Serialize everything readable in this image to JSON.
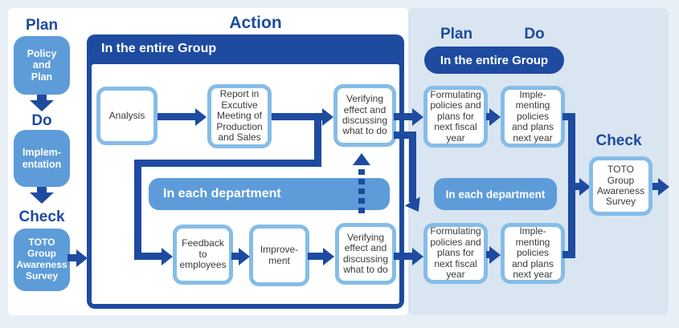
{
  "palette": {
    "dark_blue": "#1e4ba0",
    "medium_blue": "#5d9cd9",
    "box_border_blue": "#85bce8",
    "panel_blue": "#d9e5f1",
    "page_bg": "#e9eff7",
    "box_text": "#3a3a3a"
  },
  "left_column": {
    "plan_label": "Plan",
    "policy_box": "Policy\nand\nPlan",
    "do_label": "Do",
    "implementation_box": "Implem-\nentation",
    "check_label": "Check",
    "survey_box": "TOTO\nGroup\nAwareness\nSurvey"
  },
  "action": {
    "title": "Action",
    "group_bar": "In the entire Group",
    "dept_bar": "In each department",
    "analysis_box": "Analysis",
    "report_box": "Report in\nExcutive\nMeeting of\nProduction\nand Sales",
    "verify_top_box": "Verifying\neffect and\ndiscussing\nwhat to do",
    "feedback_box": "Feedback\nto\nemployees",
    "improvement_box": "Improve-\nment",
    "verify_bottom_box": "Verifying\neffect and\ndiscussing\nwhat to do"
  },
  "right_panel": {
    "plan_label": "Plan",
    "do_label": "Do",
    "group_bar": "In the entire Group",
    "dept_bar": "In each department",
    "formulating_top_box": "Formulating\npolicies and\nplans for\nnext fiscal\nyear",
    "implementing_top_box": "Imple-\nmenting\npolicies\nand plans\nnext year",
    "formulating_bottom_box": "Formulating\npolicies and\nplans for\nnext fiscal\nyear",
    "implementing_bottom_box": "Imple-\nmenting\npolicies\nand plans\nnext year",
    "check_label": "Check",
    "survey_box": "TOTO\nGroup\nAwareness\nSurvey"
  }
}
